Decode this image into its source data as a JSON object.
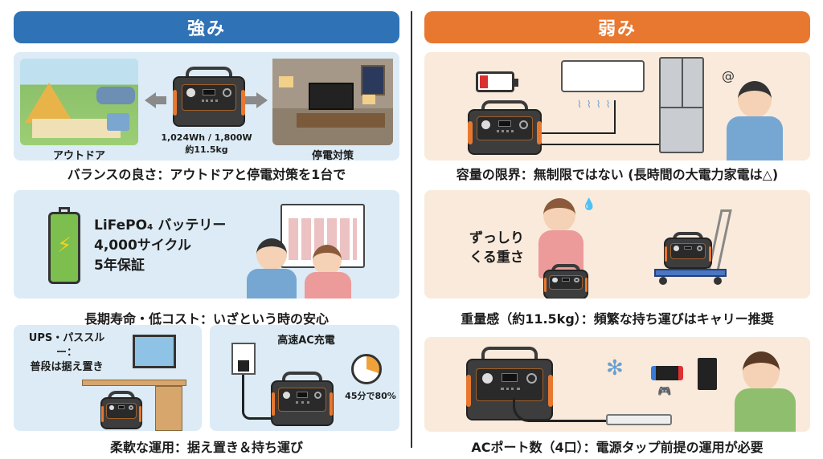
{
  "strengths": {
    "header": "強み",
    "panel1": {
      "left_label": "アウトドア",
      "right_label": "停電対策",
      "spec_line1": "1,024Wh / 1,800W",
      "spec_line2": "約11.5kg",
      "caption": "バランスの良さ：アウトドアと停電対策を1台で"
    },
    "panel2": {
      "line1": "LiFePO₄ バッテリー",
      "line2": "4,000サイクル",
      "line3": "5年保証",
      "caption": "長期寿命・低コスト：いざという時の安心"
    },
    "panel3": {
      "ups_line1": "UPS・パススルー：",
      "ups_line2": "普段は据え置き",
      "charge_title": "高速AC充電",
      "charge_time": "45分で80%",
      "caption": "柔軟な運用：据え置き＆持ち運び"
    }
  },
  "weaknesses": {
    "header": "弱み",
    "panel1": {
      "caption": "容量の限界：無制限ではない (長時間の大電力家電は△)"
    },
    "panel2": {
      "label_line1": "ずっしり",
      "label_line2": "くる重さ",
      "caption": "重量感（約11.5kg）：頻繁な持ち運びはキャリー推奨"
    },
    "panel3": {
      "caption": "ACポート数（4口）：電源タップ前提の運用が必要"
    }
  },
  "colors": {
    "strength_header": "#2f72b6",
    "weakness_header": "#e8782f",
    "strength_panel": "#dcebf5",
    "weakness_panel": "#f9eadb",
    "accent_orange": "#e8782f"
  }
}
